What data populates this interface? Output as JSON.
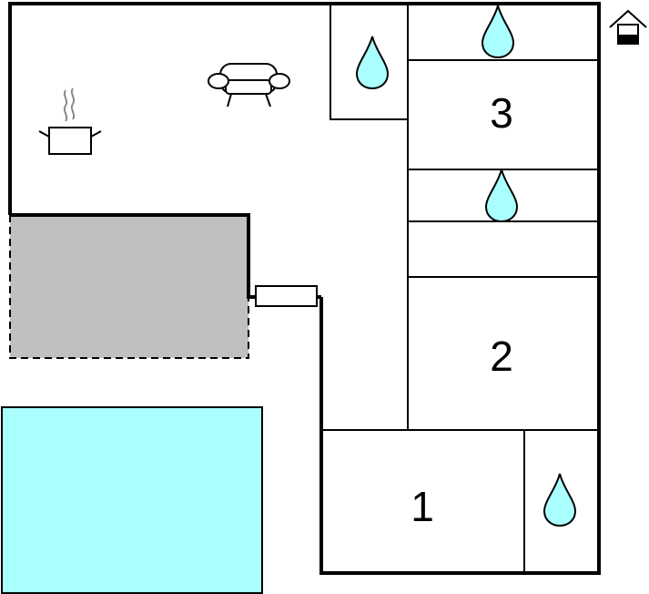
{
  "floorplan": {
    "rooms": [
      {
        "label": "3"
      },
      {
        "label": "2"
      },
      {
        "label": "1"
      }
    ],
    "icons": {
      "kitchen": "cooking-pot-icon",
      "living": "sofa-icon",
      "bathroom": "water-drop-icon",
      "floor_indicator": "house-floor-icon",
      "entrance": "door-icon"
    },
    "colors": {
      "wall": "#000000",
      "terrace": "#c0c0c0",
      "pool": "#aaffff",
      "water_drop": "#aaffff",
      "background": "#ffffff"
    }
  }
}
